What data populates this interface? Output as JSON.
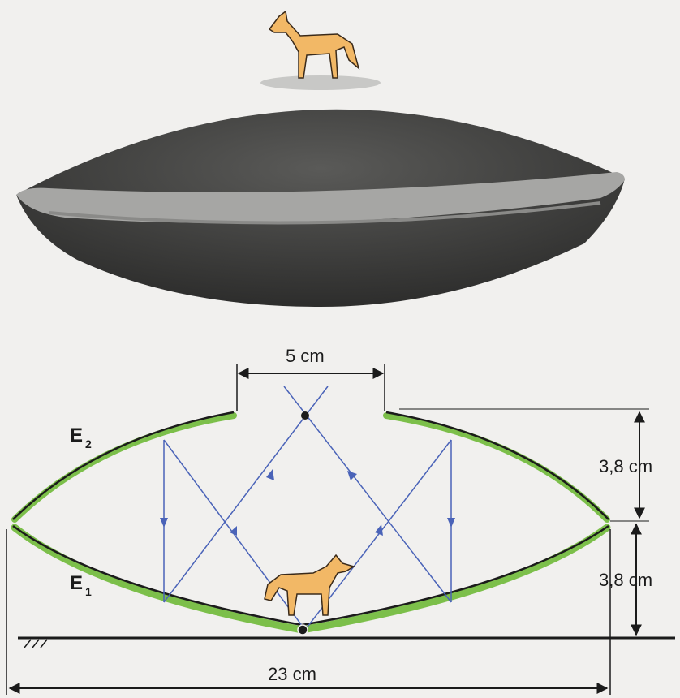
{
  "labels": {
    "top_width": "5 cm",
    "upper_height": "3,8 cm",
    "lower_height": "3,8 cm",
    "total_width": "23 cm",
    "upper_mirror": "E",
    "upper_mirror_sub": "2",
    "lower_mirror": "E",
    "lower_mirror_sub": "1"
  },
  "colors": {
    "mirror": "#7cbf4a",
    "rays": "#4a63b8",
    "shell": "#3d3d3b",
    "band": "#a6a6a4",
    "fox": "#f2b866"
  }
}
